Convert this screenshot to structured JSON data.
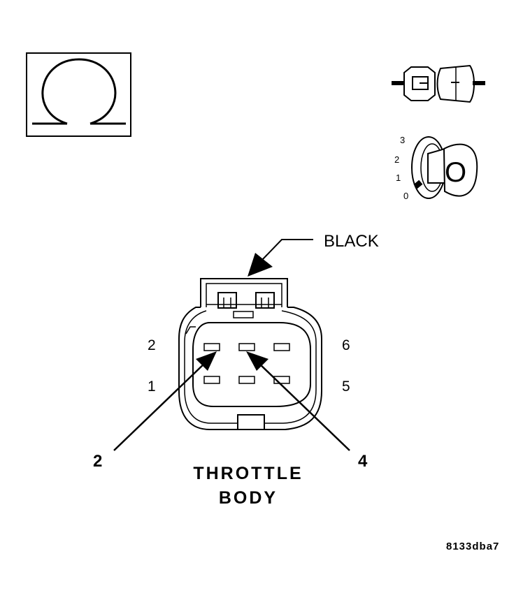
{
  "connector": {
    "color_label": "BLACK",
    "name_line1": "THROTTLE",
    "name_line2": "BODY",
    "pin_labels": {
      "top_left": "2",
      "bottom_left": "1",
      "top_right": "6",
      "bottom_right": "5"
    }
  },
  "callouts": {
    "left": "2",
    "right": "4"
  },
  "ignition": {
    "positions": [
      "3",
      "2",
      "1",
      "0"
    ],
    "key_letter": "O"
  },
  "figure_code": "8133dba7",
  "icons": {
    "meter": "ohm-symbol-icon",
    "disconnect": "disconnected-connector-icon",
    "ignition": "ignition-key-off-icon"
  }
}
